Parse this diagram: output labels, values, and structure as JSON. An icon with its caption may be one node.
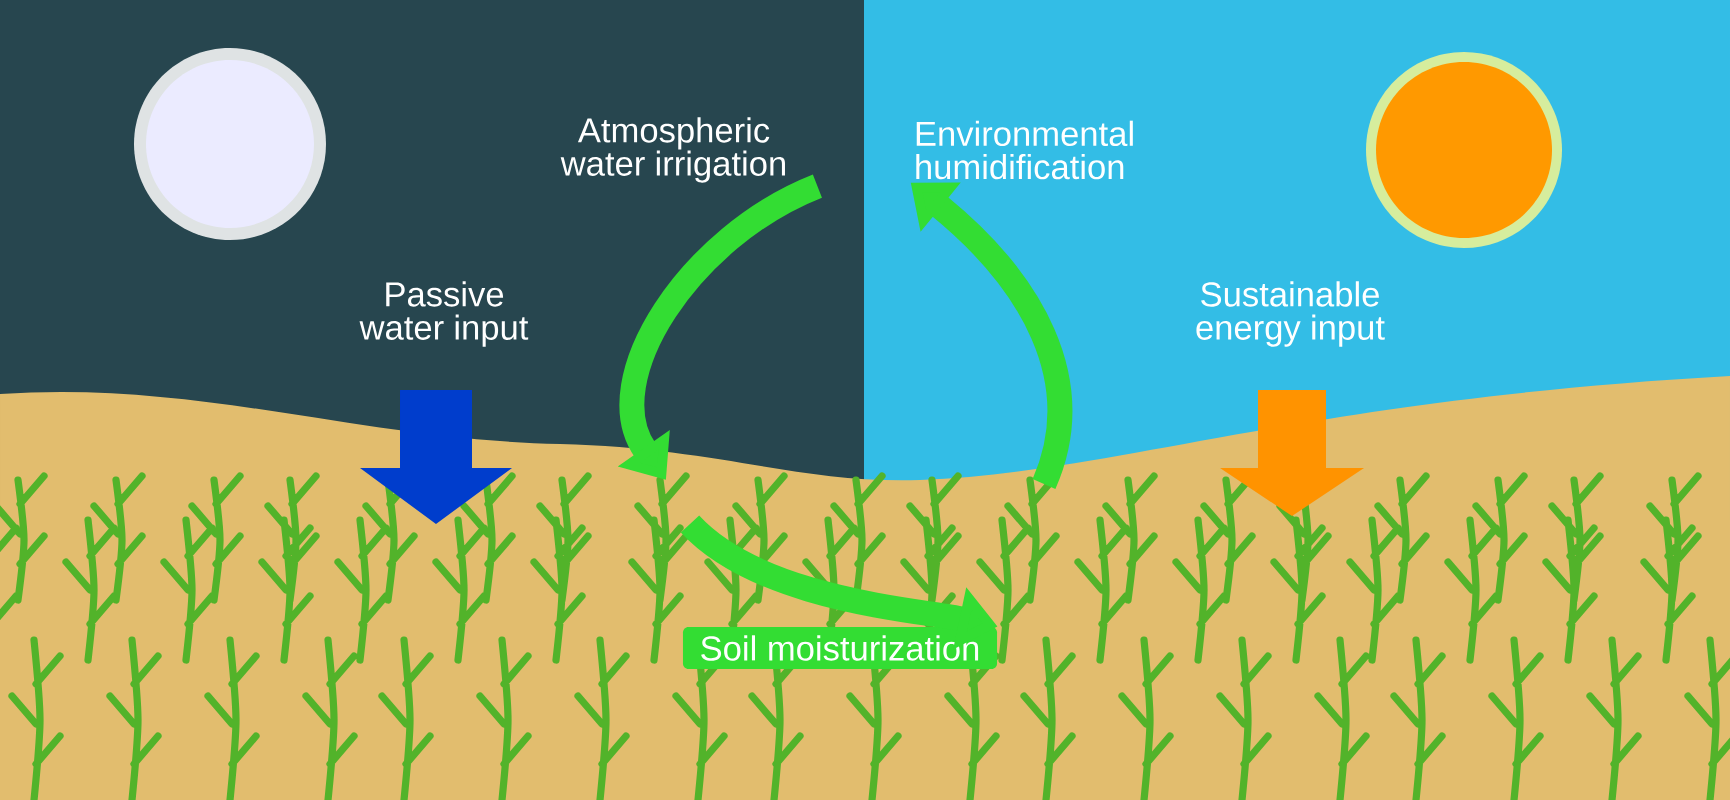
{
  "diagram": {
    "nodes": [
      {
        "text": [
          "Atmospheric water irrigation"
        ]
      },
      {
        "text": [
          "Environmental humidification"
        ]
      },
      {
        "text": [
          "Passive water input"
        ]
      },
      {
        "text": [
          "Sustainable energy input"
        ]
      },
      {
        "text": [
          "Soil moisturization"
        ]
      }
    ],
    "edges": [
      {
        "from": 0,
        "to": null,
        "arrow": "to"
      },
      {
        "from": null,
        "to": 1,
        "arrow": "to"
      },
      {
        "from": null,
        "to": 4,
        "arrow": "to"
      }
    ]
  }
}
